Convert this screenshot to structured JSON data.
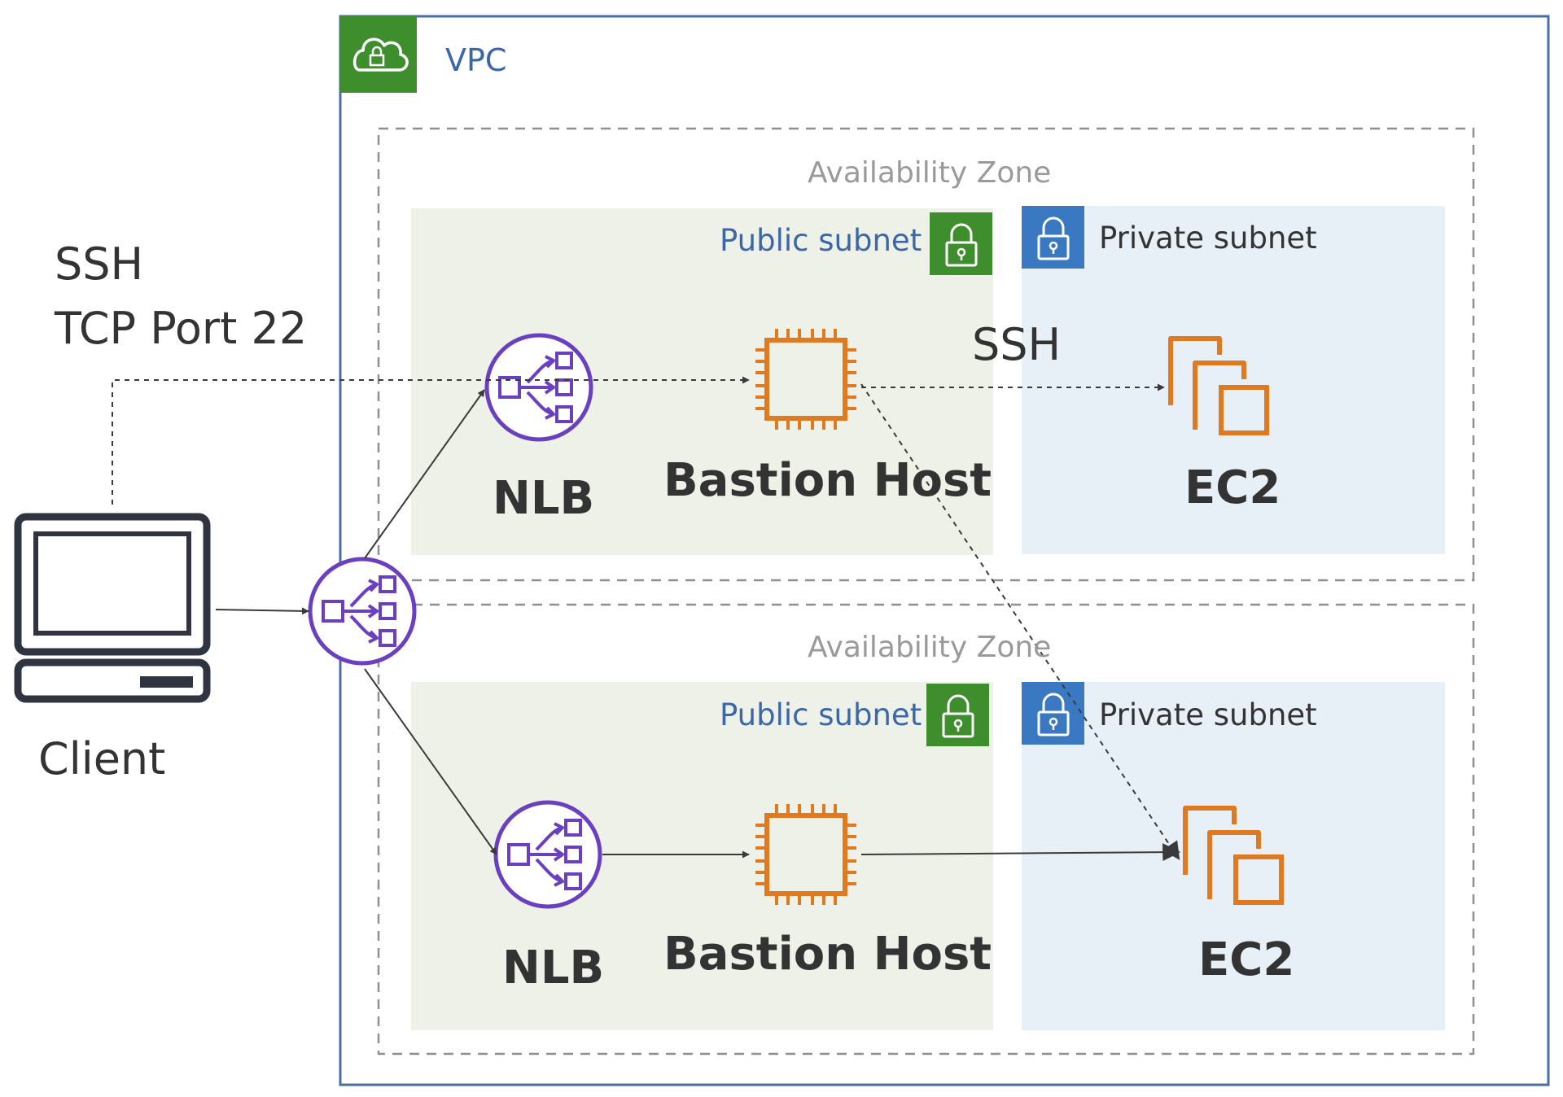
{
  "vpc": {
    "label": "VPC",
    "icon": "cloud-lock-icon"
  },
  "client": {
    "label": "Client",
    "icon": "desktop-computer-icon"
  },
  "protocol": {
    "line1": "SSH",
    "line2": "TCP Port 22"
  },
  "entry_nlb": {
    "icon": "network-load-balancer-icon"
  },
  "zones": [
    {
      "label": "Availability Zone",
      "public_subnet": {
        "label": "Public subnet",
        "icon": "lock-icon"
      },
      "private_subnet": {
        "label": "Private subnet",
        "icon": "lock-icon"
      },
      "nlb": {
        "label": "NLB",
        "icon": "network-load-balancer-icon"
      },
      "bastion": {
        "label": "Bastion Host",
        "icon": "ec2-instance-chip-icon"
      },
      "ec2": {
        "label": "EC2",
        "icon": "ec2-instances-icon"
      }
    },
    {
      "label": "Availability Zone",
      "public_subnet": {
        "label": "Public subnet",
        "icon": "lock-icon"
      },
      "private_subnet": {
        "label": "Private subnet",
        "icon": "lock-icon"
      },
      "nlb": {
        "label": "NLB",
        "icon": "network-load-balancer-icon"
      },
      "bastion": {
        "label": "Bastion Host",
        "icon": "ec2-instance-chip-icon"
      },
      "ec2": {
        "label": "EC2",
        "icon": "ec2-instances-icon"
      }
    }
  ],
  "ssh_edge_label": "SSH",
  "colors": {
    "vpc_border": "#4a6fa5",
    "vpc_green": "#3e8e2e",
    "public_subnet_bg": "#eef1e8",
    "private_subnet_bg": "#e7eff7",
    "private_badge": "#3a78c2",
    "nlb_purple": "#6a3fc0",
    "ec2_orange": "#df7a20",
    "line": "#555555",
    "text": "#333333"
  }
}
